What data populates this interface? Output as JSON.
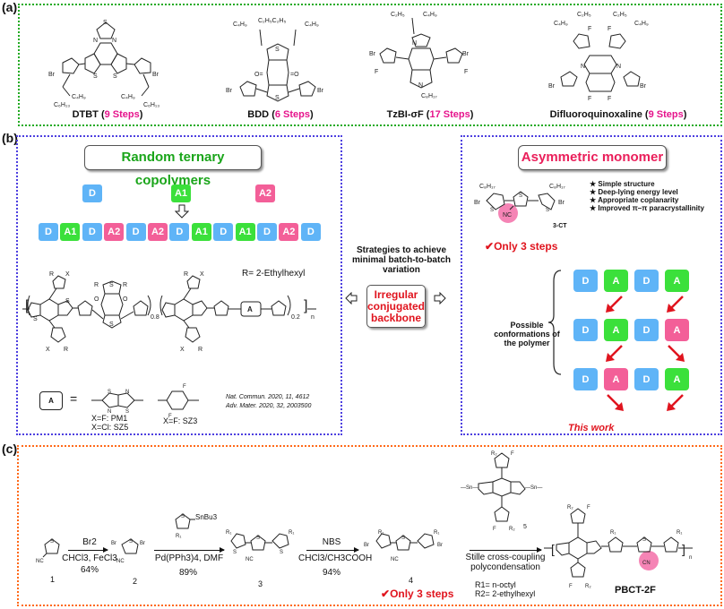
{
  "panels": {
    "a": {
      "label": "(a)",
      "molecules": [
        {
          "name": "DTBT",
          "steps": "9 Steps"
        },
        {
          "name": "BDD",
          "steps": "6 Steps"
        },
        {
          "name": "TzBI-σF",
          "steps": "17 Steps"
        },
        {
          "name": "Difluoroquinoxaline",
          "steps": "9 Steps"
        }
      ]
    },
    "b": {
      "label": "(b)",
      "left": {
        "title": "Random ternary copolymers",
        "monomers": [
          "D",
          "A1",
          "A2"
        ],
        "sequence": [
          "D",
          "A1",
          "D",
          "A2",
          "D",
          "A2",
          "D",
          "A1",
          "D",
          "A1",
          "D",
          "A2",
          "D"
        ],
        "r_def": "R= 2-Ethylhexyl",
        "subscript_08": "0.8",
        "subscript_02": "0.2",
        "subscript_n": "n",
        "unit_a": "A",
        "equals": "=",
        "pm1": "X=F:  PM1",
        "sz5": "X=Cl: SZ5",
        "sz3": "X=F: SZ3",
        "ref1": "Nat. Commun. 2020, 11, 4612",
        "ref2": "Adv. Mater. 2020, 32, 2003500"
      },
      "center": {
        "strategy": "Strategies to achieve minimal batch-to-batch variation",
        "irregular": "Irregular conjugated backbone"
      },
      "right": {
        "title": "Asymmetric monomer",
        "compound": "3-CT",
        "features": [
          "Simple structure",
          "Deep-lying energy level",
          "Appropriate coplanarity",
          "Improved π–π paracrystallinity"
        ],
        "only_steps": "Only 3 steps",
        "conformations_label": "Possible conformations of the polymer",
        "rows": [
          [
            "D",
            "A",
            "D",
            "A"
          ],
          [
            "D",
            "A",
            "D",
            "A"
          ],
          [
            "D",
            "A",
            "D",
            "A"
          ]
        ],
        "row_colors": [
          [
            "D",
            "A1",
            "D",
            "A1"
          ],
          [
            "D",
            "A1",
            "D",
            "A2"
          ],
          [
            "D",
            "A2",
            "D",
            "A1"
          ]
        ],
        "this_work": "This work"
      }
    },
    "c": {
      "label": "(c)",
      "compounds": [
        "1",
        "2",
        "3",
        "4",
        "5"
      ],
      "step1": {
        "reagent": "Br2",
        "conditions": "CHCl3, FeCl3",
        "yield": "64%"
      },
      "step2": {
        "reagent": "SnBu3",
        "conditions": "Pd(PPh3)4, DMF",
        "yield": "89%"
      },
      "step3": {
        "reagent": "NBS",
        "conditions": "CHCl3/CH3COOH",
        "yield": "94%"
      },
      "step4": {
        "conditions": "Stille cross-coupling polycondensation"
      },
      "only_steps": "Only 3 steps",
      "r1": "R1= n-octyl",
      "r2": "R2= 2-ethylhexyl",
      "product": "PBCT-2F"
    }
  }
}
